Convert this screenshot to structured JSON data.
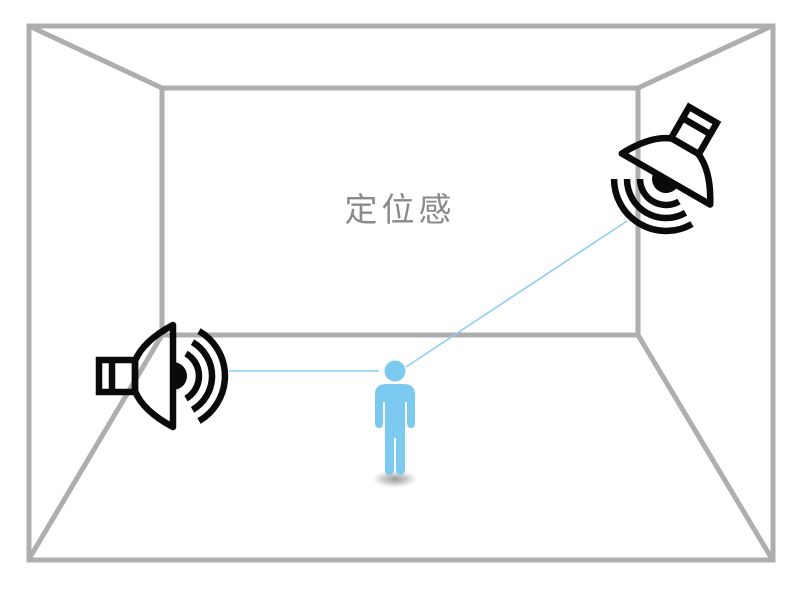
{
  "diagram": {
    "title": "定位感",
    "scene": {
      "room": "3D perspective view of a room interior",
      "left_speaker": "horn speaker on left wall emitting sound waves toward listener",
      "right_speaker": "horn speaker in upper-right corner emitting sound waves toward listener",
      "listener": "person standing near center of the room floor",
      "sound_paths": [
        {
          "from": "left-speaker",
          "to": "listener"
        },
        {
          "from": "right-speaker",
          "to": "listener"
        }
      ]
    }
  },
  "icons": {
    "left_speaker": "speaker-horn-icon",
    "right_speaker": "speaker-horn-icon",
    "listener": "person-icon"
  },
  "colors": {
    "room_line": "#aeaeae",
    "title_text": "#8a8a8a",
    "person_blue": "#7dcaf0",
    "path_blue": "#8ccff2",
    "speaker_black": "#0a0a0a"
  }
}
